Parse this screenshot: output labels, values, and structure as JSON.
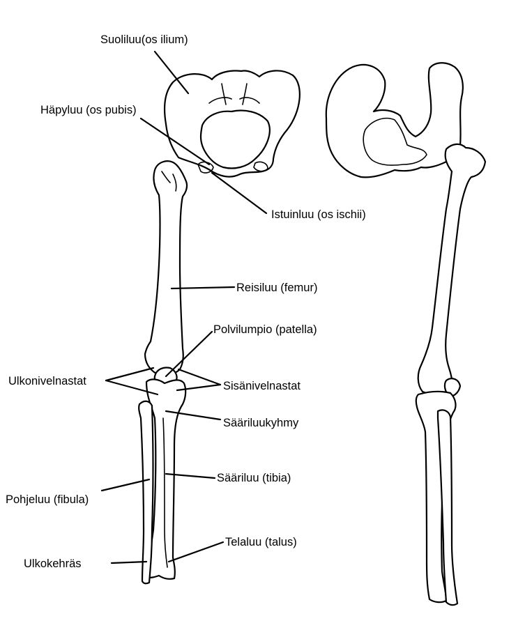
{
  "labels": {
    "ilium": "Suoliluu(os ilium)",
    "pubis": "Häpyluu (os pubis)",
    "ischii": "Istuinluu (os ischii)",
    "femur": "Reisiluu (femur)",
    "patella": "Polvilumpio (patella)",
    "lateral_condyles": "Ulkonivelnastat",
    "medial_condyles": "Sisänivelnastat",
    "tibial_tuberosity": "Sääriluukyhmy",
    "tibia": "Sääriluu (tibia)",
    "fibula": "Pohjeluu (fibula)",
    "lateral_malleolus": "Ulkokehräs",
    "talus": "Telaluu (talus)"
  },
  "colors": {
    "line": "#000000",
    "background": "#ffffff"
  }
}
